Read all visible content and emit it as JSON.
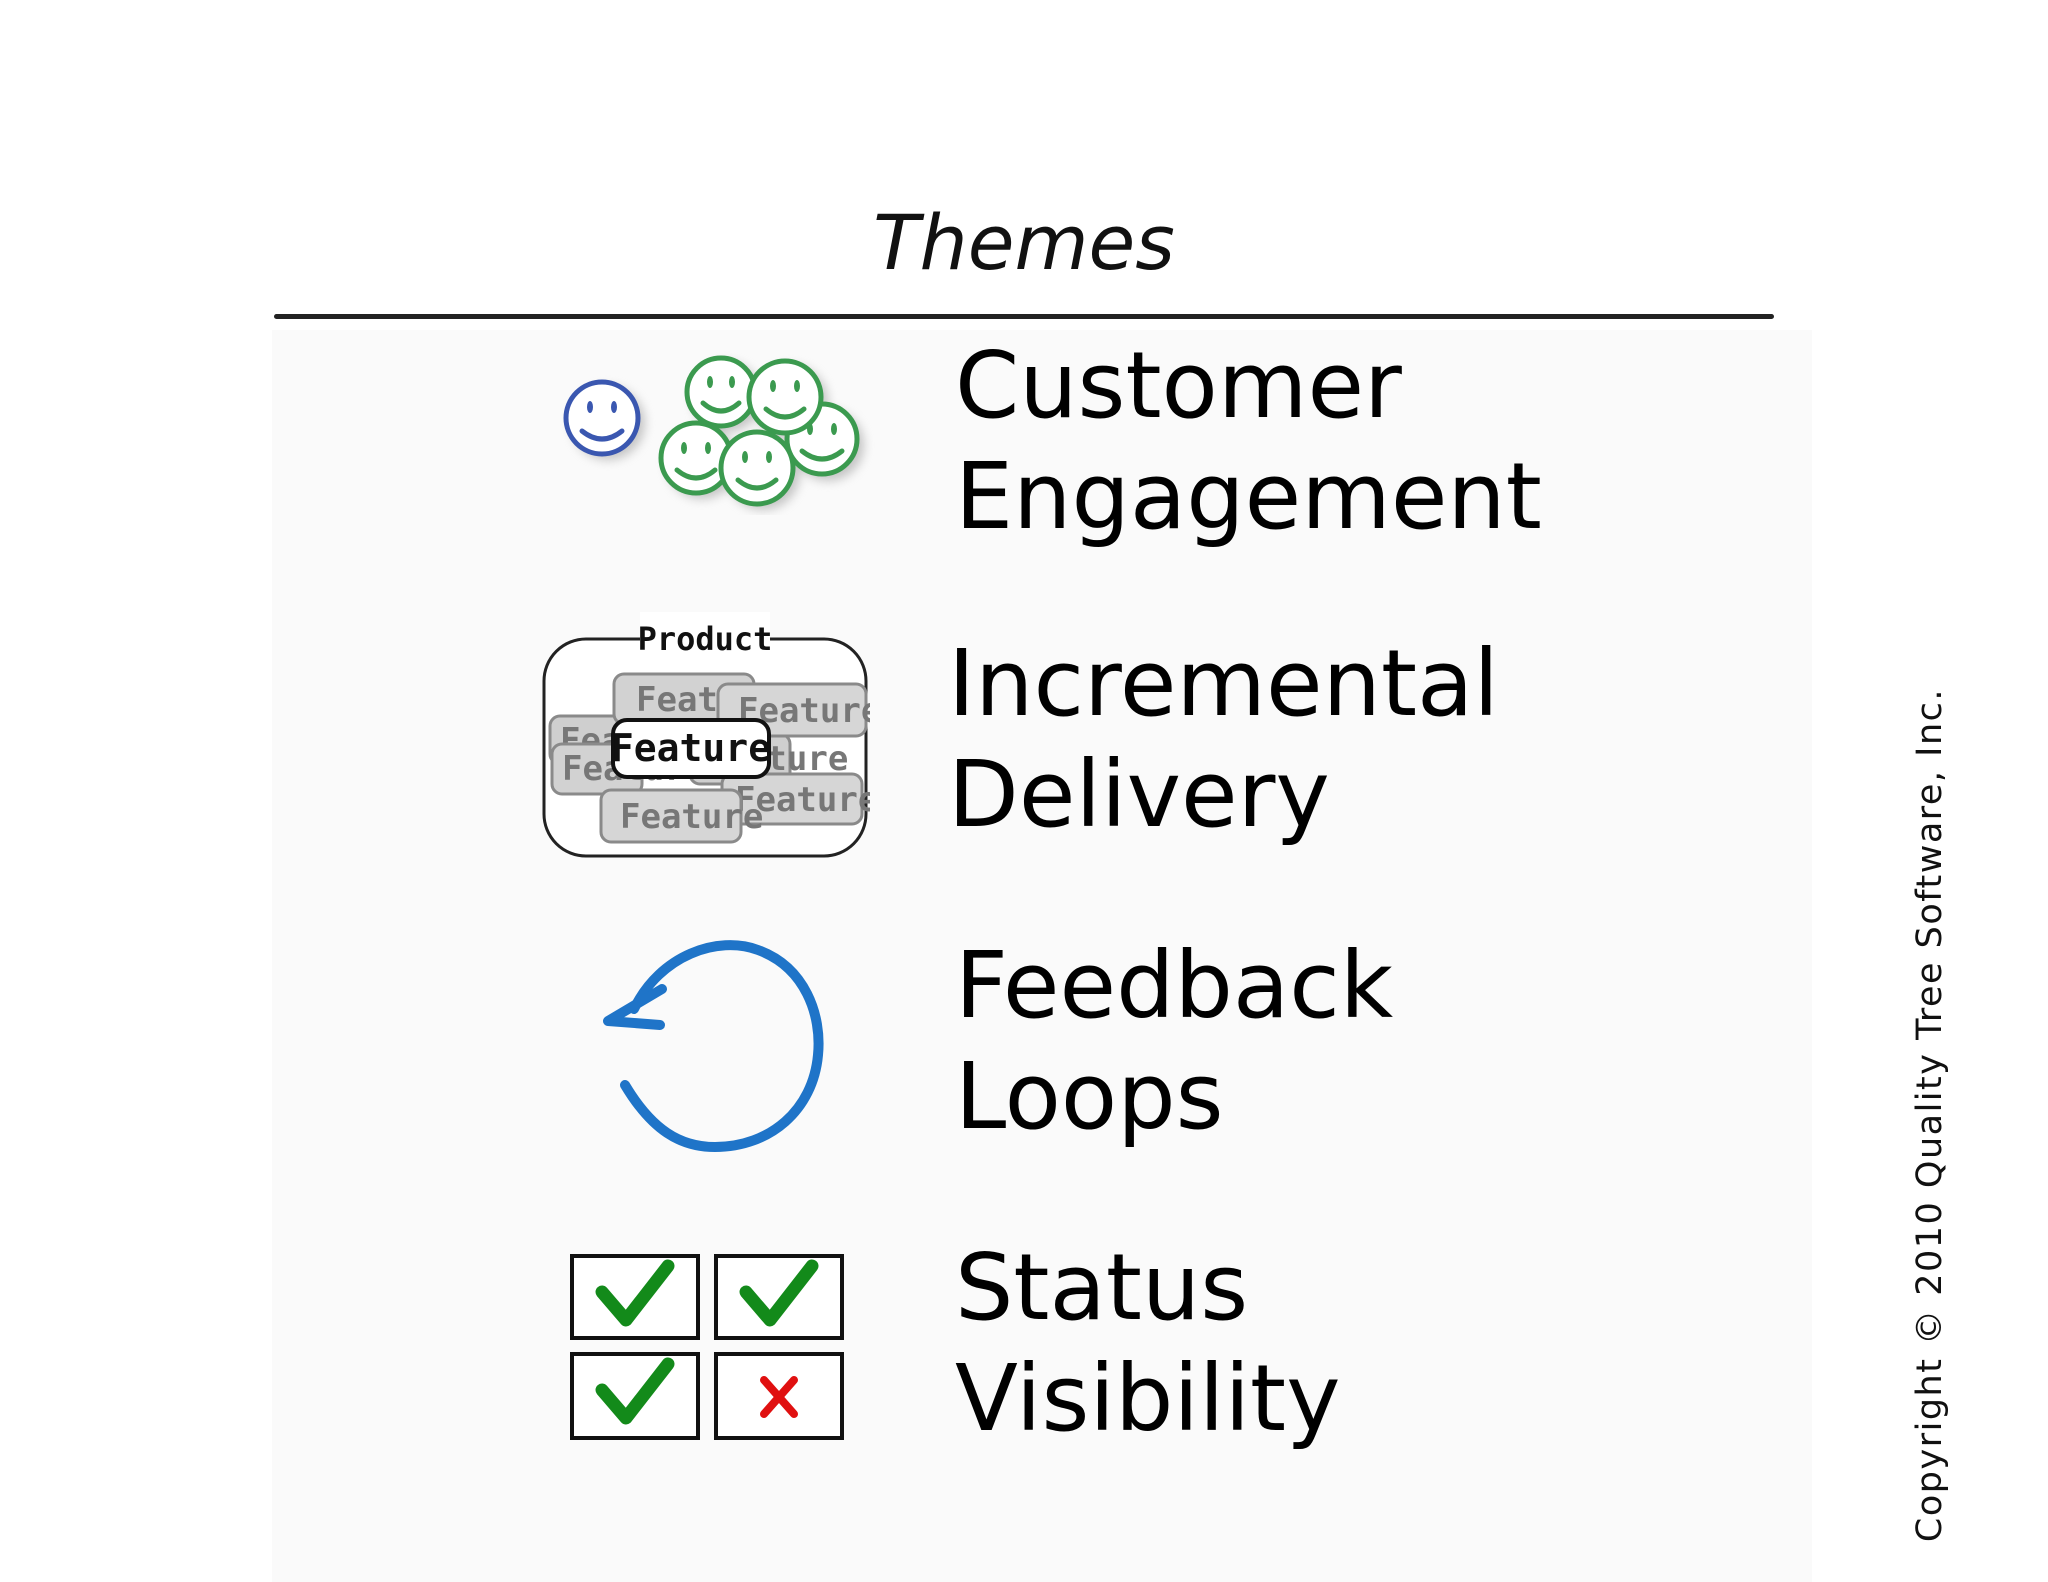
{
  "slide": {
    "title": "Themes",
    "copyright": "Copyright © 2010 Quality Tree Software, Inc."
  },
  "themes": [
    {
      "line1": "Customer",
      "line2": "Engagement",
      "icon": "smiley-faces-icon"
    },
    {
      "line1": "Incremental",
      "line2": "Delivery",
      "icon": "product-features-icon"
    },
    {
      "line1": "Feedback",
      "line2": "Loops",
      "icon": "feedback-loop-arrow-icon"
    },
    {
      "line1": "Status",
      "line2": "Visibility",
      "icon": "status-checkboxes-icon"
    }
  ],
  "product_icon": {
    "label": "Product",
    "feature_label": "Feature"
  },
  "colors": {
    "blue_face": "#3a57b0",
    "green_face": "#3b9a4f",
    "loop_blue": "#1f74c8",
    "check_green": "#138a1a",
    "cross_red": "#e01010"
  }
}
